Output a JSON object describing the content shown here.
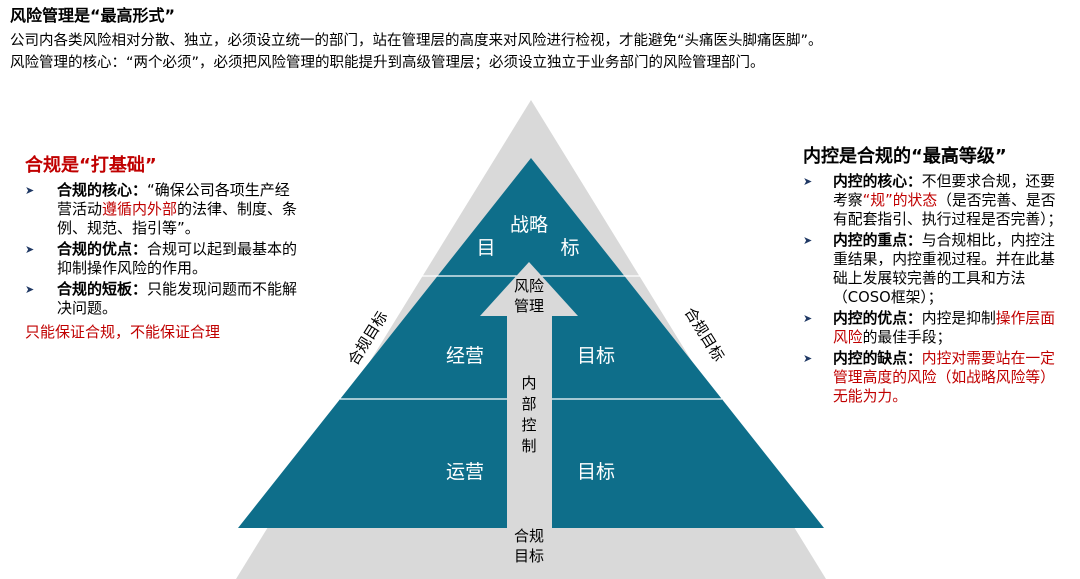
{
  "header": {
    "title": "风险管理是“最高形式”",
    "line1": "公司内各类风险相对分散、独立，必须设立统一的部门，站在管理层的高度来对风险进行检视，才能避免“头痛医头脚痛医脚”。",
    "line2": "风险管理的核心：“两个必须”，必须把风险管理的职能提升到高级管理层；必须设立独立于业务部门的风险管理部门。"
  },
  "left": {
    "title": "合规是“打基础”",
    "items": [
      {
        "label": "合规的核心：",
        "text_a": "“确保公司各项生产经营活动",
        "red": "遵循内外部",
        "text_b": "的法律、制度、条例、规范、指引等”。"
      },
      {
        "label": "合规的优点：",
        "text": "合规可以起到最基本的抑制操作风险的作用。"
      },
      {
        "label": "合规的短板：",
        "text": "只能发现问题而不能解决问题。"
      }
    ],
    "footer": "只能保证合规，不能保证合理"
  },
  "right": {
    "title": "内控是合规的“最高等级”",
    "items": [
      {
        "label": "内控的核心：",
        "text_a": "不但要求合规，还要考察",
        "red": "“规”的状态",
        "text_b": "（是否完善、是否有配套指引、执行过程是否完善）；"
      },
      {
        "label": "内控的重点：",
        "text": "与合规相比，内控注重结果，内控重视过程。并在此基础上发展较完善的工具和方法（COSO框架）；"
      },
      {
        "label": "内控的优点：",
        "text_a": "内控是抑制",
        "red": "操作层面风险",
        "text_b": "的最佳手段；"
      },
      {
        "label": "内控的缺点：",
        "red": "内控对需要站在一定管理高度的风险（如战略风险等）无能为力。"
      }
    ]
  },
  "pyramid": {
    "colors": {
      "outer": "#d9d9d9",
      "inner": "#0e6e8a",
      "arrow": "#d9d9d9",
      "red": "#c00000"
    },
    "left_side_label": "合规目标",
    "right_side_label": "合规目标",
    "top_label_1": "战略",
    "top_label_2a": "目",
    "top_label_2b": "标",
    "arrow_head_label_1": "风险",
    "arrow_head_label_2": "管理",
    "middle_left": "经营",
    "middle_right": "目标",
    "shaft_label_1": "内",
    "shaft_label_2": "部",
    "shaft_label_3": "控",
    "shaft_label_4": "制",
    "bottom_left": "运营",
    "bottom_right": "目标",
    "base_label_1": "合规",
    "base_label_2": "目标"
  }
}
